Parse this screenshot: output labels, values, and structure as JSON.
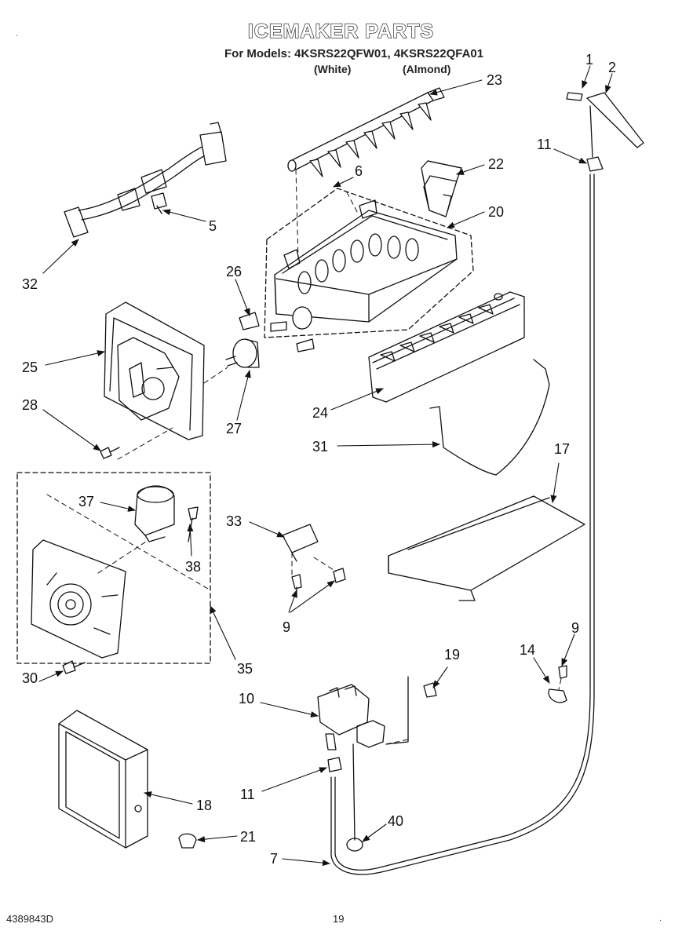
{
  "header": {
    "title": "ICEMAKER PARTS",
    "models_line": "For Models: 4KSRS22QFW01, 4KSRS22QFA01",
    "variant_white": "(White)",
    "variant_almond": "(Almond)"
  },
  "footer": {
    "doc_number": "4389843D",
    "page_number": "19"
  },
  "callouts": [
    {
      "id": "c1",
      "label": "1"
    },
    {
      "id": "c2",
      "label": "2"
    },
    {
      "id": "c23",
      "label": "23"
    },
    {
      "id": "c11a",
      "label": "11"
    },
    {
      "id": "c6",
      "label": "6"
    },
    {
      "id": "c22",
      "label": "22"
    },
    {
      "id": "c20",
      "label": "20"
    },
    {
      "id": "c5",
      "label": "5"
    },
    {
      "id": "c32",
      "label": "32"
    },
    {
      "id": "c26",
      "label": "26"
    },
    {
      "id": "c25",
      "label": "25"
    },
    {
      "id": "c27",
      "label": "27"
    },
    {
      "id": "c28",
      "label": "28"
    },
    {
      "id": "c24",
      "label": "24"
    },
    {
      "id": "c31",
      "label": "31"
    },
    {
      "id": "c17",
      "label": "17"
    },
    {
      "id": "c37",
      "label": "37"
    },
    {
      "id": "c38",
      "label": "38"
    },
    {
      "id": "c33",
      "label": "33"
    },
    {
      "id": "c9a",
      "label": "9"
    },
    {
      "id": "c35",
      "label": "35"
    },
    {
      "id": "c30",
      "label": "30"
    },
    {
      "id": "c19",
      "label": "19"
    },
    {
      "id": "c14",
      "label": "14"
    },
    {
      "id": "c9b",
      "label": "9"
    },
    {
      "id": "c10",
      "label": "10"
    },
    {
      "id": "c11b",
      "label": "11"
    },
    {
      "id": "c18",
      "label": "18"
    },
    {
      "id": "c21",
      "label": "21"
    },
    {
      "id": "c40",
      "label": "40"
    },
    {
      "id": "c7",
      "label": "7"
    }
  ]
}
